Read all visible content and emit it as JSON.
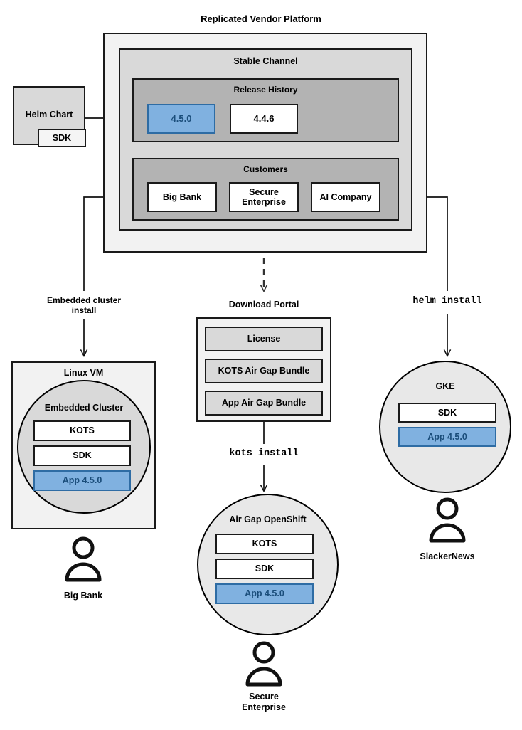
{
  "diagram": {
    "title": "Replicated Vendor Platform",
    "platform": {
      "stable_channel": {
        "label": "Stable Channel",
        "release_history": {
          "label": "Release History",
          "releases": [
            {
              "version": "4.5.0",
              "highlighted": true
            },
            {
              "version": "4.4.6",
              "highlighted": false
            }
          ]
        },
        "customers": {
          "label": "Customers",
          "items": [
            {
              "name": "Big Bank"
            },
            {
              "name": "Secure Enterprise"
            },
            {
              "name": "AI Company"
            }
          ]
        }
      }
    },
    "source": {
      "label": "Helm Chart",
      "sub_label": "SDK"
    },
    "edge_labels": {
      "embedded_cluster_install": "Embedded cluster install",
      "embedded_cluster_install_line1": "Embedded cluster",
      "embedded_cluster_install_line2": "install",
      "kots_install": "kots install",
      "helm_install": "helm install"
    },
    "download_portal": {
      "label": "Download Portal",
      "artifacts": [
        {
          "name": "License"
        },
        {
          "name": "KOTS Air Gap Bundle"
        },
        {
          "name": "App Air Gap Bundle"
        }
      ]
    },
    "targets": [
      {
        "id": "linux-vm",
        "label": "Linux VM",
        "inner_label": "Embedded Cluster",
        "components": [
          {
            "name": "KOTS",
            "highlighted": false
          },
          {
            "name": "SDK",
            "highlighted": false
          },
          {
            "name": "App 4.5.0",
            "highlighted": true
          }
        ],
        "actor": "Big Bank"
      },
      {
        "id": "air-gap-openshift",
        "label": "Air Gap OpenShift",
        "components": [
          {
            "name": "KOTS",
            "highlighted": false
          },
          {
            "name": "SDK",
            "highlighted": false
          },
          {
            "name": "App 4.5.0",
            "highlighted": true
          }
        ],
        "actor_line1": "Secure",
        "actor_line2": "Enterprise"
      },
      {
        "id": "gke",
        "label": "GKE",
        "components": [
          {
            "name": "SDK",
            "highlighted": false
          },
          {
            "name": "App 4.5.0",
            "highlighted": true
          }
        ],
        "actor": "SlackerNews"
      }
    ],
    "colors": {
      "highlight_fill": "#80b1e0",
      "highlight_border": "#2e6ca4",
      "highlight_text": "#1a4d7a",
      "stroke": "#1a1a1a",
      "level0_fill": "#f2f2f2",
      "level1_fill": "#d9d9d9",
      "level2_fill": "#b3b3b3",
      "circle_fill": "#e8e8e8"
    }
  }
}
